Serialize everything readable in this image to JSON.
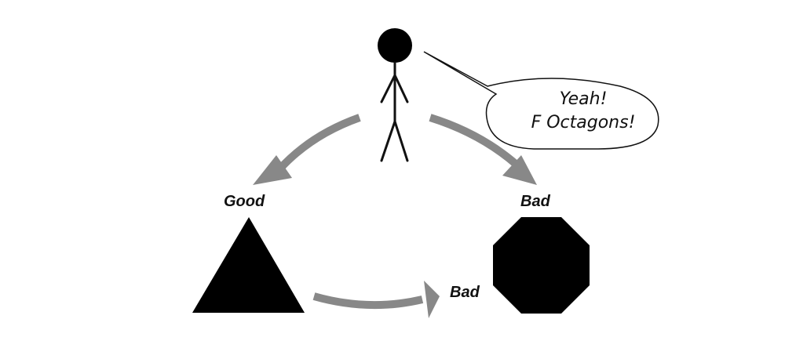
{
  "speech": {
    "line1": "Yeah!",
    "line2": "F Octagons!"
  },
  "labels": {
    "good": "Good",
    "bad_top": "Bad",
    "bad_bottom": "Bad"
  },
  "colors": {
    "shape": "#000000",
    "arrow": "#888888",
    "outline": "#111111"
  }
}
